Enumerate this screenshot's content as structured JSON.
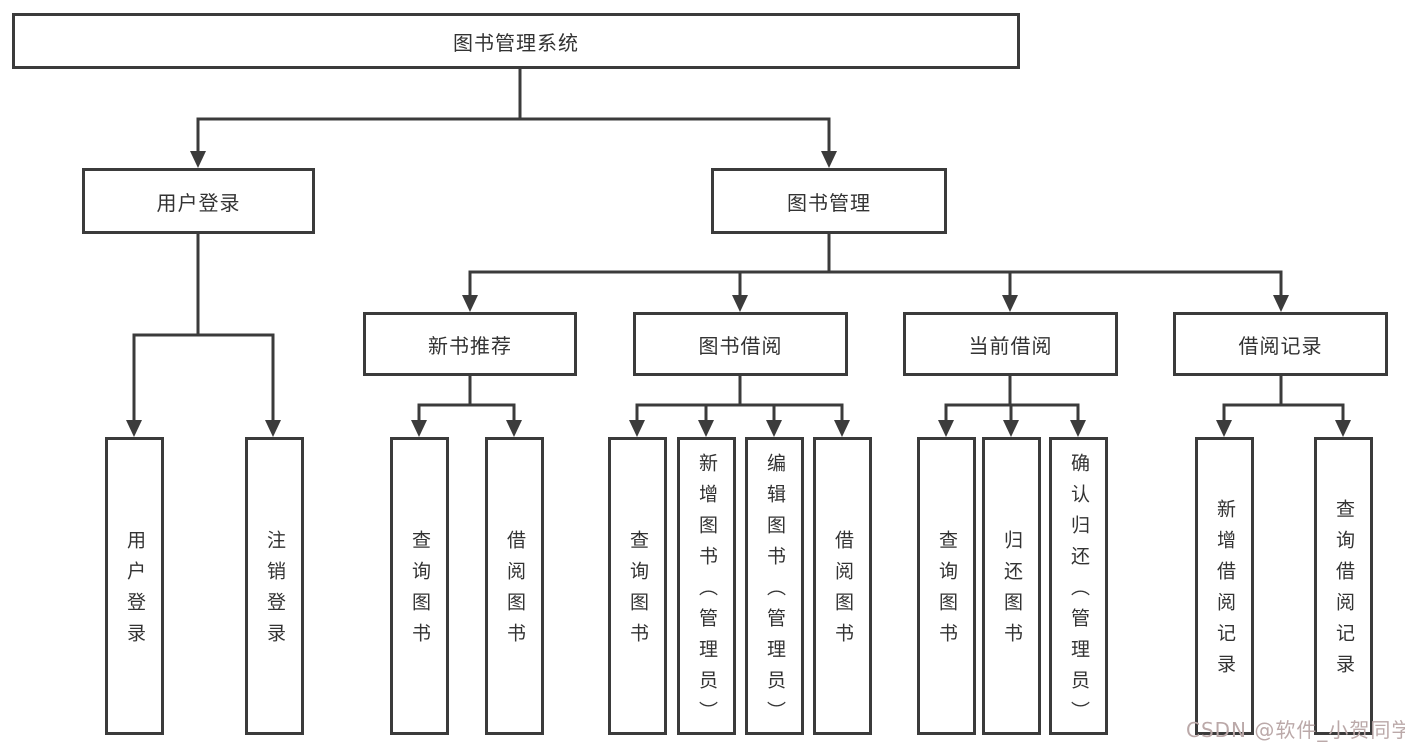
{
  "colors": {
    "line": "#3b3b3b",
    "text": "#333333",
    "box_background": "#ffffff",
    "watermark_text": "#bba9a9"
  },
  "tree": {
    "label": "图书管理系统",
    "children": [
      {
        "label": "用户登录",
        "children": [
          {
            "label": "用户登录"
          },
          {
            "label": "注销登录"
          }
        ]
      },
      {
        "label": "图书管理",
        "children": [
          {
            "label": "新书推荐",
            "children": [
              {
                "label": "查询图书"
              },
              {
                "label": "借阅图书"
              }
            ]
          },
          {
            "label": "图书借阅",
            "children": [
              {
                "label": "查询图书"
              },
              {
                "label": "新增图书（管理员）"
              },
              {
                "label": "编辑图书（管理员）"
              },
              {
                "label": "借阅图书"
              }
            ]
          },
          {
            "label": "当前借阅",
            "children": [
              {
                "label": "查询图书"
              },
              {
                "label": "归还图书"
              },
              {
                "label": "确认归还（管理员）"
              }
            ]
          },
          {
            "label": "借阅记录",
            "children": [
              {
                "label": "新增借阅记录"
              },
              {
                "label": "查询借阅记录"
              }
            ]
          }
        ]
      }
    ]
  },
  "watermark": {
    "text": "CSDN @软件_小贺同学"
  }
}
